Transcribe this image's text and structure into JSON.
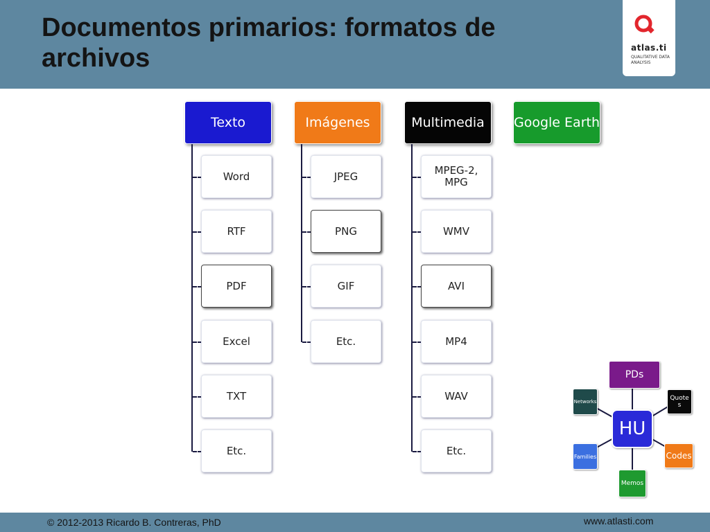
{
  "slide": {
    "title": "Documentos primarios: formatos de archivos"
  },
  "logo": {
    "name": "atlas.ti",
    "tagline": "QUALITATIVE DATA ANALYSIS",
    "accent_color": "#e2262d"
  },
  "columns": [
    {
      "label": "Texto",
      "color": "#1a1ad0",
      "items": [
        "Word",
        "RTF",
        "PDF",
        "Excel",
        "TXT",
        "Etc."
      ]
    },
    {
      "label": "Imágenes",
      "color": "#f07a18",
      "items": [
        "JPEG",
        "PNG",
        "GIF",
        "Etc."
      ]
    },
    {
      "label": "Multimedia",
      "color": "#050505",
      "items": [
        "MPEG-2, MPG",
        "WMV",
        "AVI",
        "MP4",
        "WAV",
        "Etc."
      ]
    },
    {
      "label": "Google Earth",
      "color": "#179b2c",
      "items": []
    }
  ],
  "hub": {
    "center": "HU",
    "nodes": {
      "pds": "PDs",
      "quotes": "Quote s",
      "codes": "Codes",
      "memos": "Memos",
      "families": "Families",
      "networks": "Networks"
    },
    "colors": {
      "center": "#2a2ad8",
      "pds": "#7a1a8a",
      "quotes": "#0a0a0a",
      "codes": "#f07a18",
      "memos": "#1f9a30",
      "families": "#3b6fe0",
      "networks": "#1f4a4a"
    }
  },
  "footer": {
    "copyright": "© 2012-2013 Ricardo B. Contreras, PhD",
    "website": "www.atlasti.com"
  }
}
